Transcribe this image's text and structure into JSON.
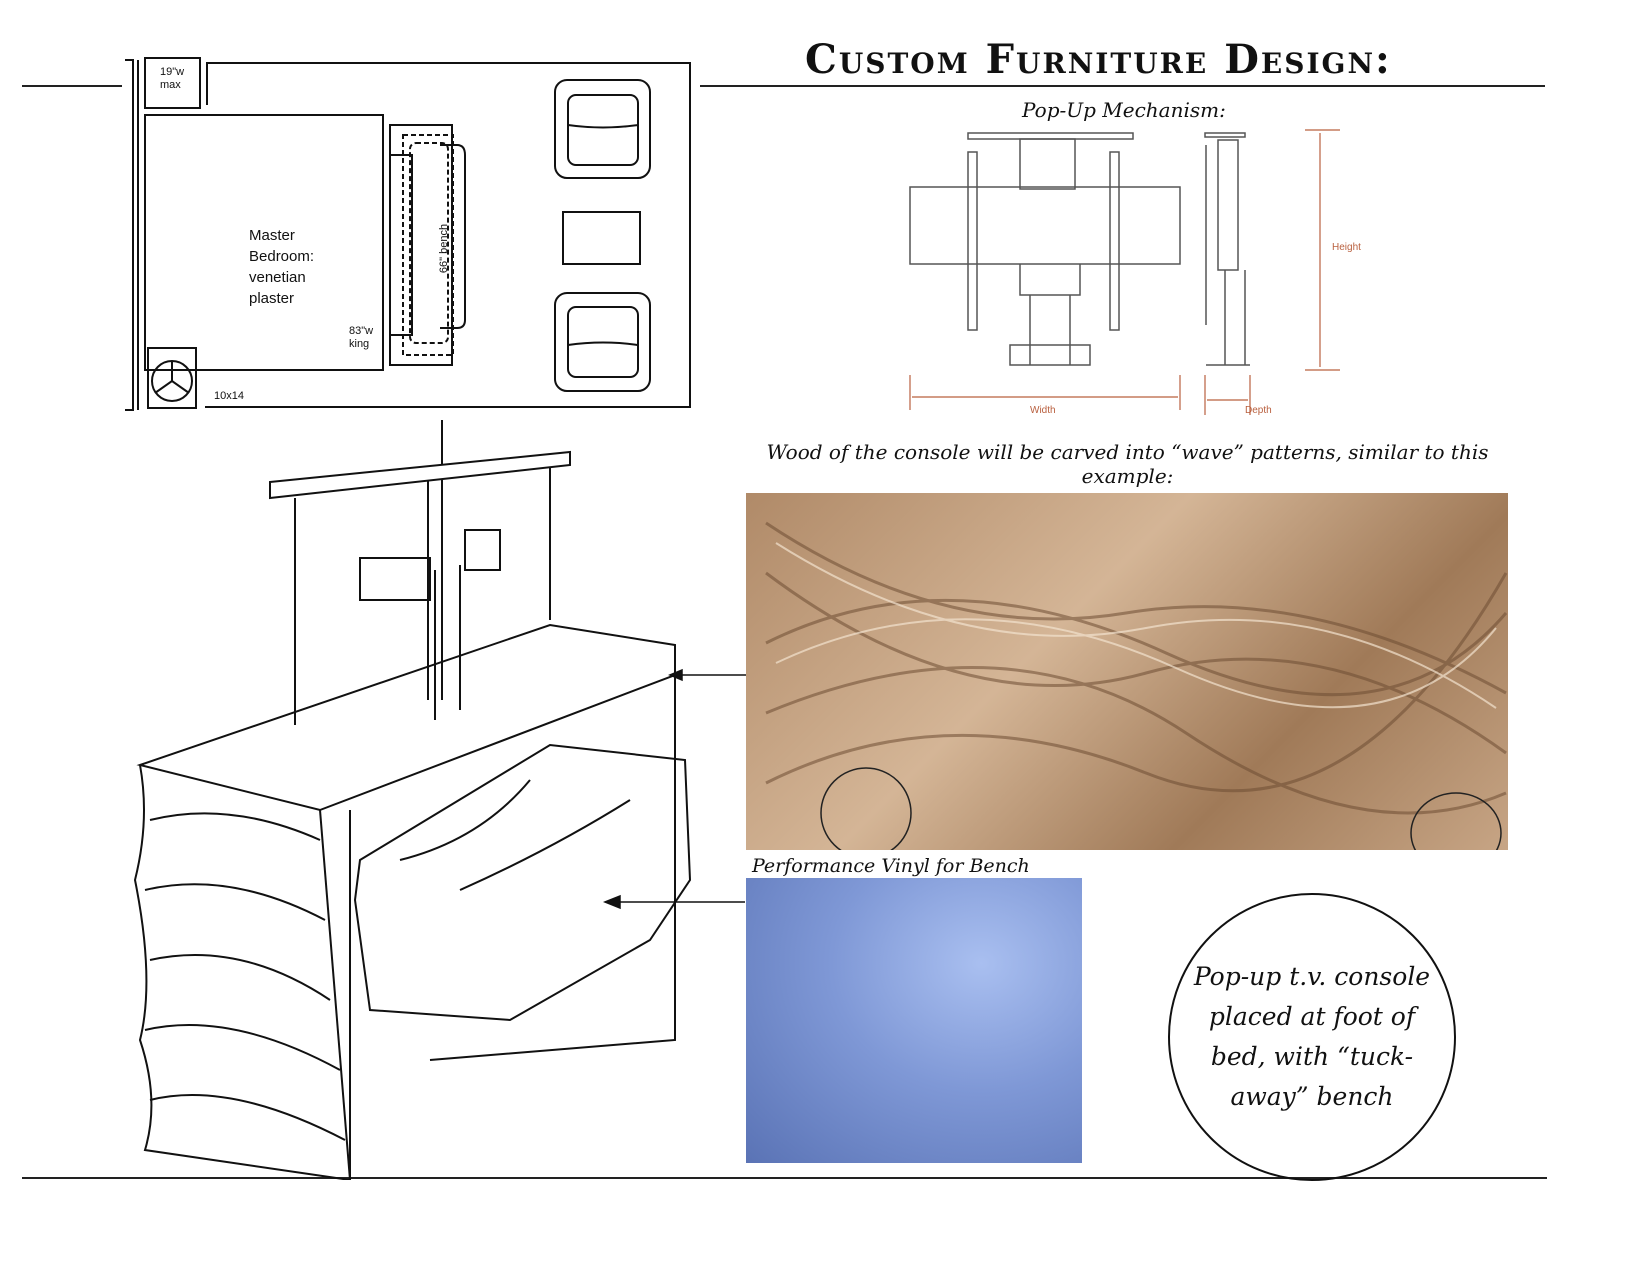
{
  "header": {
    "title": "Custom Furniture Design:"
  },
  "floor_plan": {
    "closet_label": "19\"w max",
    "room_label": "Master Bedroom: venetian plaster",
    "bed_label": "83\"w king",
    "bench_label": "66\" bench",
    "room_size": "10x14"
  },
  "mechanism": {
    "title": "Pop-Up Mechanism:",
    "width_label": "Width",
    "depth_label": "Depth",
    "height_label": "Height"
  },
  "wave": {
    "caption": "Wood of the console will be carved into “wave” patterns, similar to this example:"
  },
  "vinyl": {
    "caption": "Performance Vinyl for Bench"
  },
  "note": {
    "text": "Pop-up t.v. console placed at foot of bed, with “tuck-away” bench"
  }
}
